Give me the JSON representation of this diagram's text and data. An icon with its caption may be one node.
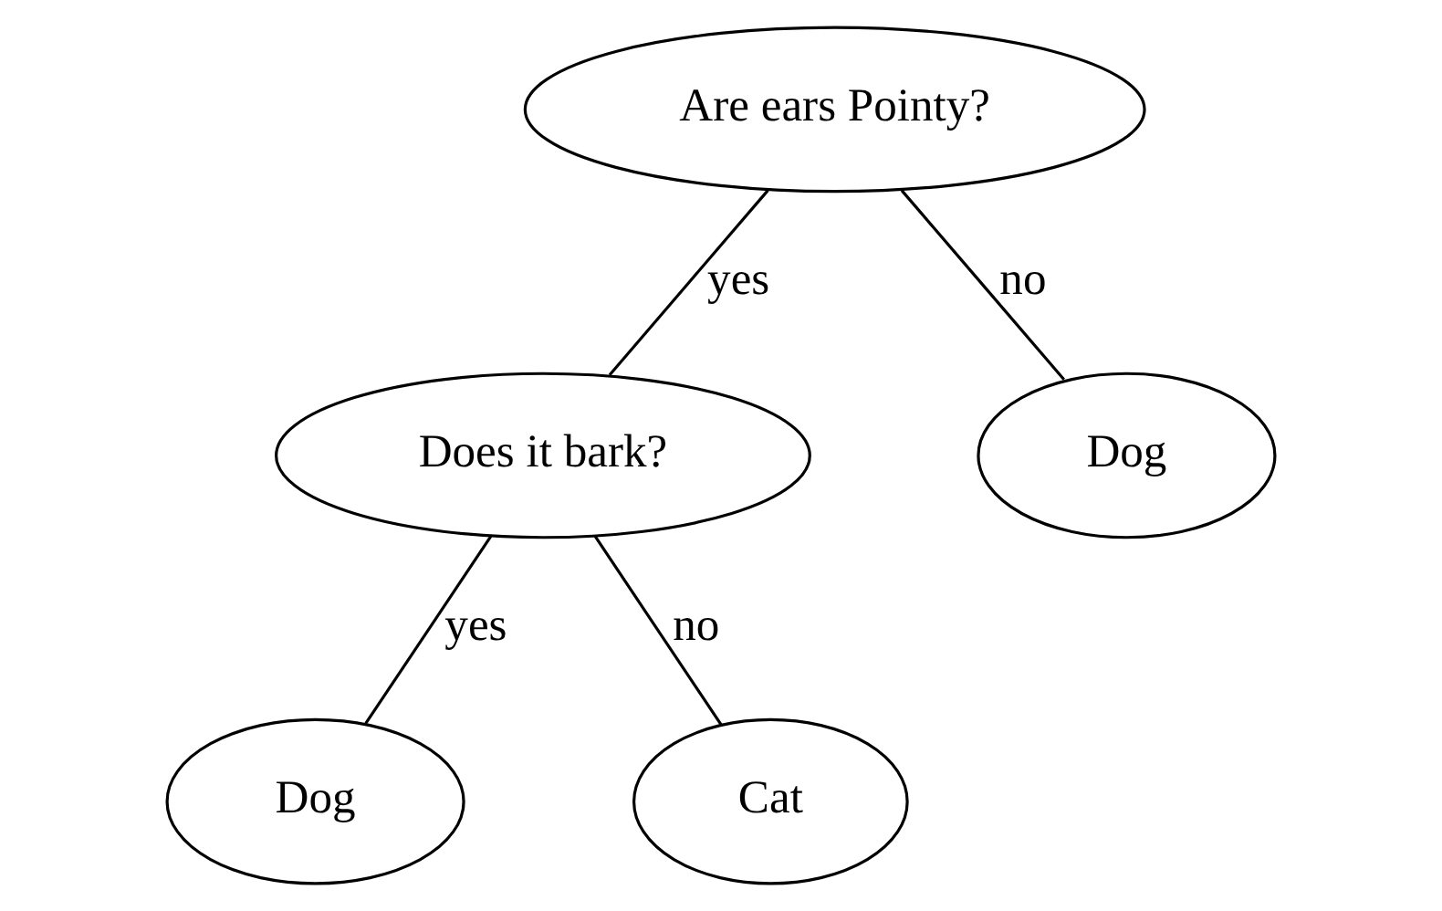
{
  "diagram": {
    "nodes": [
      {
        "text": [
          "Are ears Pointy?"
        ]
      },
      {
        "text": [
          "Does it bark?"
        ]
      },
      {
        "text": [
          "Dog"
        ]
      },
      {
        "text": [
          "Dog"
        ]
      },
      {
        "text": [
          "Cat"
        ]
      }
    ],
    "edges": [
      {
        "from": 0,
        "to": 1,
        "arrow": "none",
        "label": "yes"
      },
      {
        "from": 0,
        "to": 2,
        "arrow": "none",
        "label": "no"
      },
      {
        "from": 1,
        "to": 3,
        "arrow": "none",
        "label": "yes"
      },
      {
        "from": 1,
        "to": 4,
        "arrow": "none",
        "label": "no"
      }
    ]
  }
}
